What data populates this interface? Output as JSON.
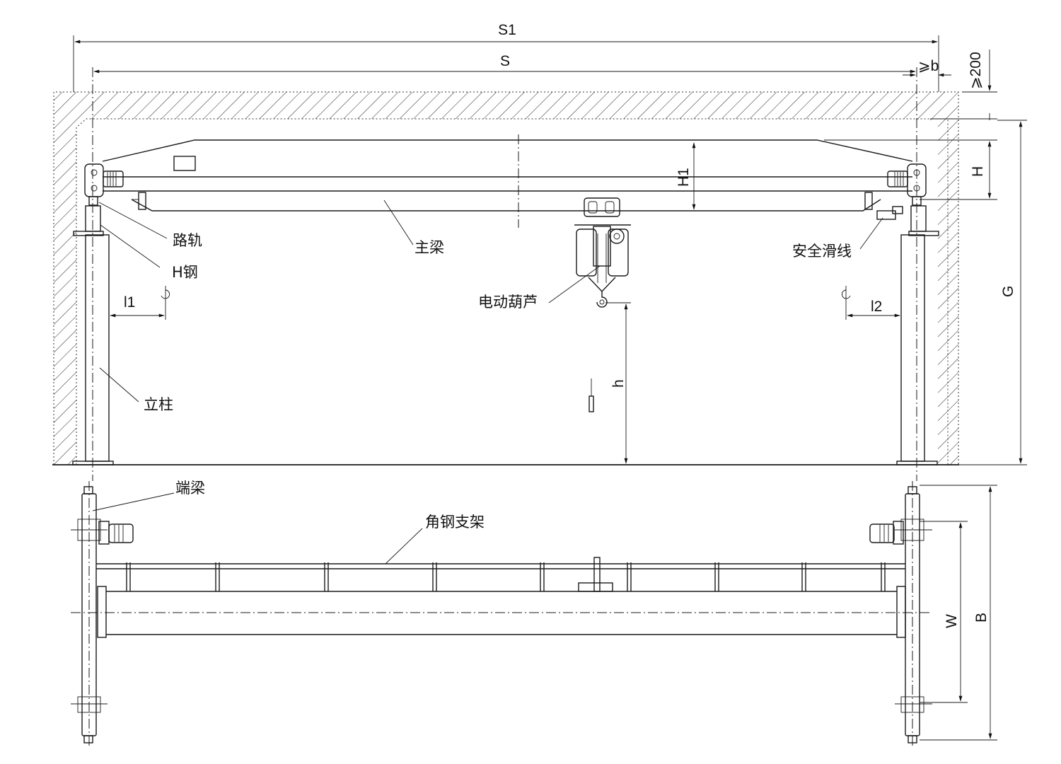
{
  "dimensions": {
    "S1": "S1",
    "S": "S",
    "b": "⩾b",
    "clearance": "⩾200",
    "H1": "H1",
    "H": "H",
    "G": "G",
    "h": "h",
    "l1": "l1",
    "l2": "l2",
    "W": "W",
    "B": "B"
  },
  "labels": {
    "rail": "路轨",
    "h_steel": "H钢",
    "main_beam": "主梁",
    "safety_trolley_line": "安全滑线",
    "electric_hoist": "电动葫芦",
    "column": "立柱",
    "end_beam": "端梁",
    "angle_steel_bracket": "角钢支架"
  }
}
